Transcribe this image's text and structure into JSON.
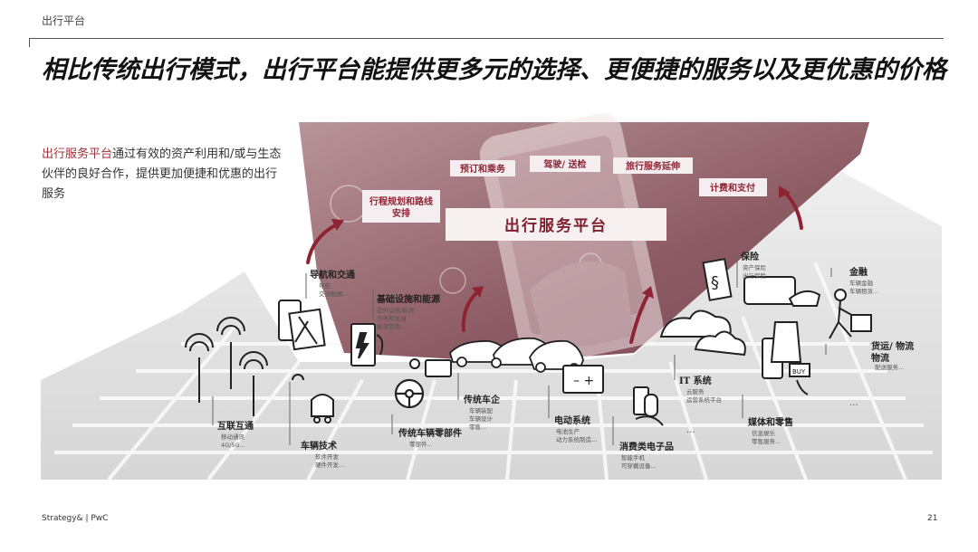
{
  "section_label": "出行平台",
  "headline": "相比传统出行模式，出行平台能提供更多元的选择、更便捷的服务以及更优惠的价格",
  "intro": {
    "highlight": "出行服务平台",
    "rest": "通过有效的资产利用和/或与生态伙伴的良好合作，提供更加便捷和优惠的出行服务"
  },
  "platform": {
    "center_label": "出行服务平台",
    "services": [
      "预订和乘务",
      "驾驶/ 送检",
      "旅行服务延伸",
      "计费和支付",
      "行程规划和路线安排"
    ]
  },
  "ecosystem": [
    {
      "label": "导航和交通",
      "sub": [
        "导航",
        "交通数据..."
      ]
    },
    {
      "label": "基础设施和能源",
      "sub": [
        "提供设施/能源",
        "充电和加油",
        "能源管理..."
      ]
    },
    {
      "label": "保险",
      "sub": [
        "资产保险",
        "出行保险"
      ]
    },
    {
      "label": "金融",
      "sub": [
        "车辆金融",
        "车辆租赁..."
      ]
    },
    {
      "label": "货运/ 物流",
      "sub": [
        "配送服务..."
      ]
    },
    {
      "label": "IT 系统",
      "sub": [
        "云服务",
        "运营系统平台"
      ]
    },
    {
      "label": "传统车企",
      "sub": [
        "车辆装配",
        "车辆设计",
        "零售..."
      ]
    },
    {
      "label": "电动系统",
      "sub": [
        "电池生产",
        "动力系统制造..."
      ]
    },
    {
      "label": "媒体和零售",
      "sub": [
        "信息娱乐",
        "零售服务..."
      ]
    },
    {
      "label": "互联互通",
      "sub": [
        "移动通讯",
        "4G/5G..."
      ]
    },
    {
      "label": "车辆技术",
      "sub": [
        "软件开发",
        "硬件开发..."
      ]
    },
    {
      "label": "传统车辆零部件",
      "sub": [
        "零部件..."
      ]
    },
    {
      "label": "消费类电子品",
      "sub": [
        "智能手机",
        "可穿戴设备..."
      ]
    }
  ],
  "ellipsis": "...",
  "colors": {
    "accent": "#a0303c",
    "platform_bg": "#8d5b63",
    "ground": "#e1e1e1"
  },
  "footer": {
    "left": "Strategy& | PwC",
    "page": "21"
  }
}
